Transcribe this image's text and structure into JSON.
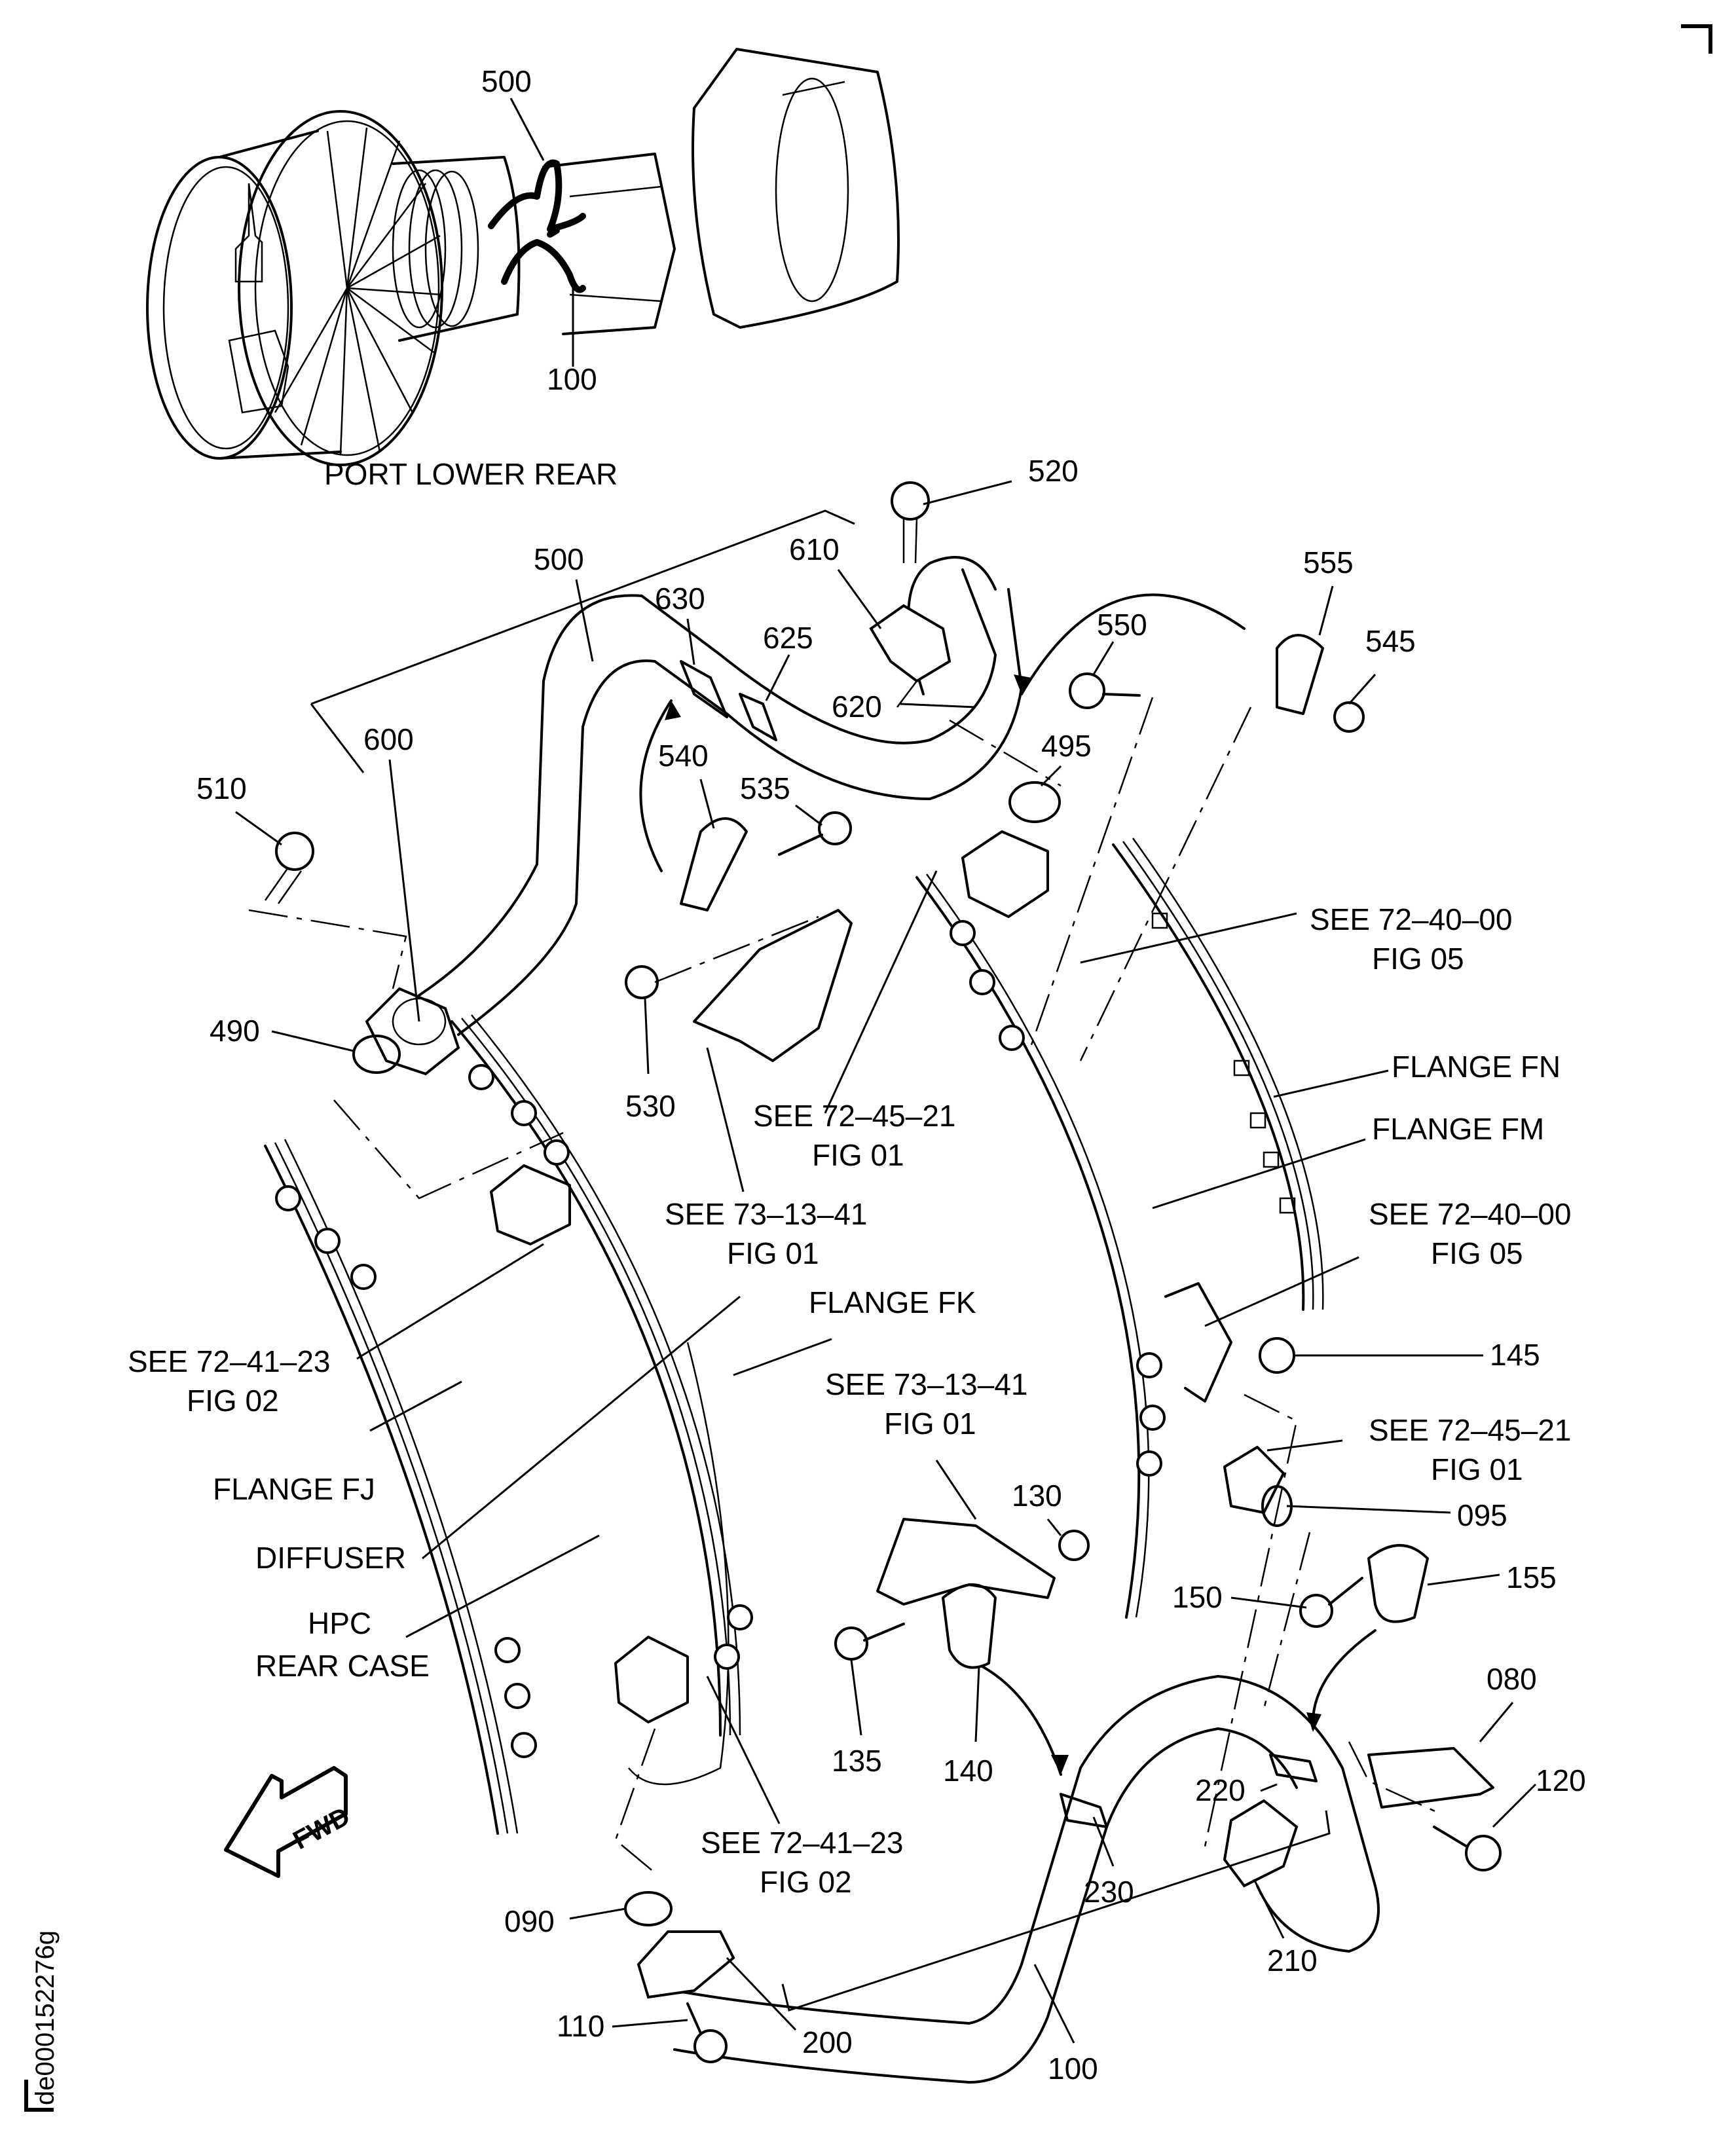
{
  "figure": {
    "document_id": "de000152276g",
    "inset_view_label": "PORT LOWER REAR",
    "forward_indicator": "FWD",
    "colors": {
      "line": "#000000",
      "background": "#ffffff"
    }
  },
  "inset_callouts": [
    {
      "id": "inset-500",
      "text": "500"
    },
    {
      "id": "inset-100",
      "text": "100"
    }
  ],
  "item_callouts": [
    {
      "id": "c520",
      "text": "520"
    },
    {
      "id": "c610",
      "text": "610"
    },
    {
      "id": "c500",
      "text": "500"
    },
    {
      "id": "c630",
      "text": "630"
    },
    {
      "id": "c625",
      "text": "625"
    },
    {
      "id": "c620",
      "text": "620"
    },
    {
      "id": "c555",
      "text": "555"
    },
    {
      "id": "c550",
      "text": "550"
    },
    {
      "id": "c545",
      "text": "545"
    },
    {
      "id": "c495",
      "text": "495"
    },
    {
      "id": "c600",
      "text": "600"
    },
    {
      "id": "c510",
      "text": "510"
    },
    {
      "id": "c540",
      "text": "540"
    },
    {
      "id": "c535",
      "text": "535"
    },
    {
      "id": "c490",
      "text": "490"
    },
    {
      "id": "c530",
      "text": "530"
    },
    {
      "id": "c145",
      "text": "145"
    },
    {
      "id": "c130",
      "text": "130"
    },
    {
      "id": "c095",
      "text": "095"
    },
    {
      "id": "c150",
      "text": "150"
    },
    {
      "id": "c155",
      "text": "155"
    },
    {
      "id": "c135",
      "text": "135"
    },
    {
      "id": "c140",
      "text": "140"
    },
    {
      "id": "c080",
      "text": "080"
    },
    {
      "id": "c120",
      "text": "120"
    },
    {
      "id": "c220",
      "text": "220"
    },
    {
      "id": "c230",
      "text": "230"
    },
    {
      "id": "c090",
      "text": "090"
    },
    {
      "id": "c210",
      "text": "210"
    },
    {
      "id": "c110",
      "text": "110"
    },
    {
      "id": "c200",
      "text": "200"
    },
    {
      "id": "c100",
      "text": "100"
    }
  ],
  "references": [
    {
      "id": "ref-72-40-00-a",
      "line1": "SEE 72–40–00",
      "line2": "FIG 05"
    },
    {
      "id": "ref-72-45-21-a",
      "line1": "SEE 72–45–21",
      "line2": "FIG 01"
    },
    {
      "id": "ref-73-13-41-a",
      "line1": "SEE 73–13–41",
      "line2": "FIG 01"
    },
    {
      "id": "ref-72-40-00-b",
      "line1": "SEE 72–40–00",
      "line2": "FIG 05"
    },
    {
      "id": "ref-72-41-23-a",
      "line1": "SEE 72–41–23",
      "line2": "FIG 02"
    },
    {
      "id": "ref-73-13-41-b",
      "line1": "SEE 73–13–41",
      "line2": "FIG 01"
    },
    {
      "id": "ref-72-45-21-b",
      "line1": "SEE 72–45–21",
      "line2": "FIG 01"
    },
    {
      "id": "ref-72-41-23-b",
      "line1": "SEE 72–41–23",
      "line2": "FIG 02"
    }
  ],
  "component_labels": [
    {
      "id": "flange-fn",
      "text": "FLANGE FN"
    },
    {
      "id": "flange-fm",
      "text": "FLANGE FM"
    },
    {
      "id": "flange-fk",
      "text": "FLANGE FK"
    },
    {
      "id": "flange-fj",
      "text": "FLANGE FJ"
    },
    {
      "id": "diffuser",
      "text": "DIFFUSER"
    },
    {
      "id": "hpc-rear-case-1",
      "text": "HPC"
    },
    {
      "id": "hpc-rear-case-2",
      "text": "REAR CASE"
    }
  ]
}
